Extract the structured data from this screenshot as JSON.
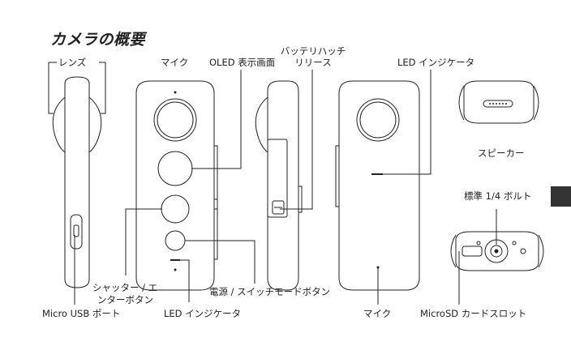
{
  "title": "カメラの概要",
  "labels": {
    "lens": "レンズ",
    "mic_top": "マイク",
    "oled": "OLED 表示画面",
    "battery_hatch_line1": "バッテリハッチ",
    "battery_hatch_line2": "リリース",
    "led_indicator_top": "LED インジケータ",
    "speaker": "スピーカー",
    "tripod_mount": "標準 1/4 ボルト",
    "shutter_line1": "シャッター / エ",
    "shutter_line2": "ンターボタン",
    "power_button": "電源 / スイッチモードボタン",
    "micro_usb": "Micro USB ポート",
    "led_indicator_bottom": "LED インジケータ",
    "mic_bottom": "マイク",
    "microsd": "MicroSD カードスロット"
  },
  "colors": {
    "line": "#222222",
    "tab": "#333333"
  }
}
